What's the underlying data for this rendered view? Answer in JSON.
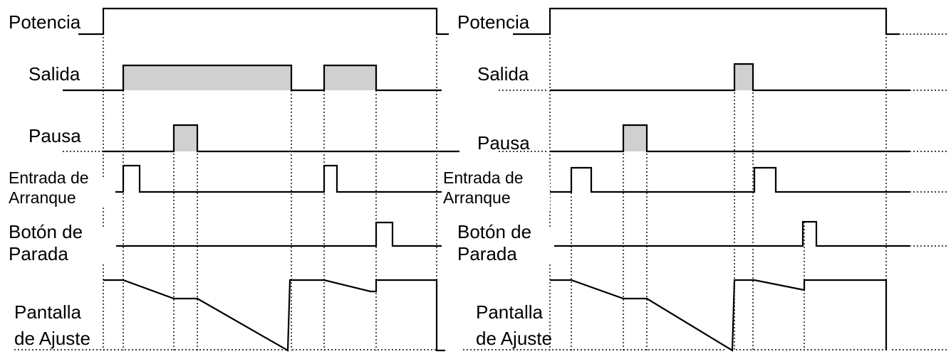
{
  "colors": {
    "line": "#000000",
    "pulse_fill": "#d0d0d0",
    "background": "#ffffff"
  },
  "panels": [
    {
      "name": "left",
      "labels": {
        "potencia": "Potencia",
        "salida": "Salida",
        "pausa": "Pausa",
        "entrada_1": "Entrada de",
        "entrada_2": "Arranque",
        "boton_1": "Botón de",
        "boton_2": "Parada",
        "pantalla_1": "Pantalla",
        "pantalla_2": "de Ajuste"
      }
    },
    {
      "name": "right",
      "labels": {
        "potencia": "Potencia",
        "salida": "Salida",
        "pausa": "Pausa",
        "entrada_1": "Entrada de",
        "entrada_2": "Arranque",
        "boton_1": "Botón de",
        "boton_2": "Parada",
        "pantalla_1": "Pantalla",
        "pantalla_2": "de Ajuste"
      }
    }
  ]
}
